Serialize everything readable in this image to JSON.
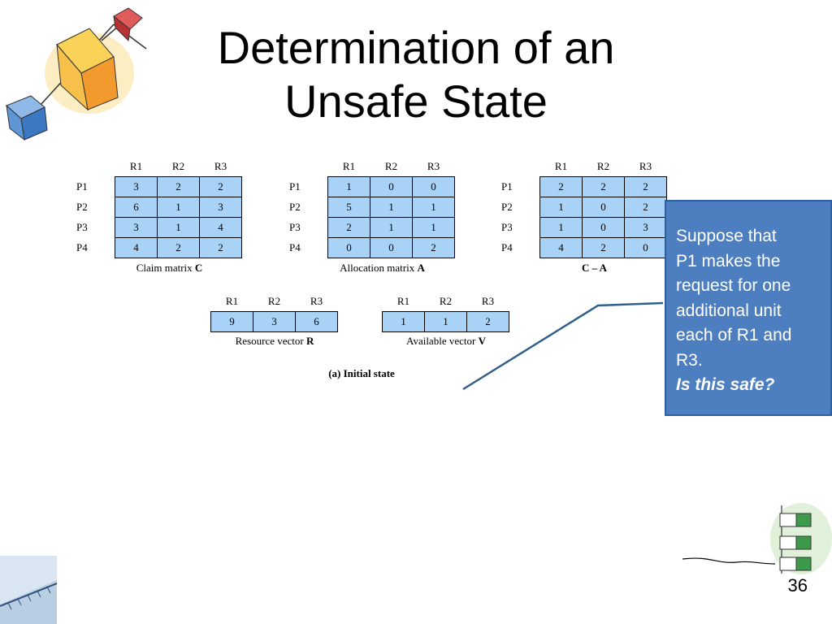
{
  "slide": {
    "title_line1": "Determination of an",
    "title_line2": "Unsafe State",
    "page_number": "36"
  },
  "columns": [
    "R1",
    "R2",
    "R3"
  ],
  "rows": [
    "P1",
    "P2",
    "P3",
    "P4"
  ],
  "claim_matrix": {
    "caption_text": "Claim matrix",
    "caption_symbol": "C",
    "values": [
      [
        "3",
        "2",
        "2"
      ],
      [
        "6",
        "1",
        "3"
      ],
      [
        "3",
        "1",
        "4"
      ],
      [
        "4",
        "2",
        "2"
      ]
    ]
  },
  "allocation_matrix": {
    "caption_text": "Allocation matrix",
    "caption_symbol": "A",
    "values": [
      [
        "1",
        "0",
        "0"
      ],
      [
        "5",
        "1",
        "1"
      ],
      [
        "2",
        "1",
        "1"
      ],
      [
        "0",
        "0",
        "2"
      ]
    ]
  },
  "need_matrix": {
    "caption": "C – A",
    "values": [
      [
        "2",
        "2",
        "2"
      ],
      [
        "1",
        "0",
        "2"
      ],
      [
        "1",
        "0",
        "3"
      ],
      [
        "4",
        "2",
        "0"
      ]
    ]
  },
  "resource_vector": {
    "caption_text": "Resource vector",
    "caption_symbol": "R",
    "values": [
      "9",
      "3",
      "6"
    ]
  },
  "available_vector": {
    "caption_text": "Available vector",
    "caption_symbol": "V",
    "values": [
      "1",
      "1",
      "2"
    ]
  },
  "figure_caption": "(a) Initial state",
  "callout": {
    "line1": "Suppose that",
    "line2": "P1 makes the",
    "line3": "request for one",
    "line4": "additional unit",
    "line5": "each of R1 and",
    "line6": "R3.",
    "question": "Is this safe?"
  },
  "colors": {
    "cell_fill": "#a9d2f7",
    "callout_fill": "#4d7ebf",
    "connector_line": "#2f5f8a"
  }
}
